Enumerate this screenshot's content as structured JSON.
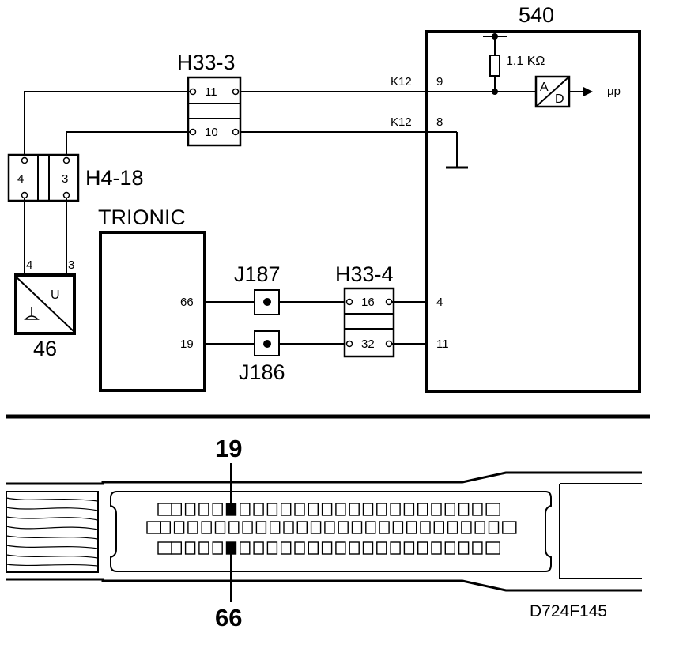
{
  "diagram": {
    "ecu_540": {
      "label": "540"
    },
    "resistor": {
      "label": "1.1 KΩ"
    },
    "ad_converter": {
      "a_label": "A",
      "d_label": "D",
      "output_label": "μp"
    },
    "wire_k12_top": {
      "label": "K12",
      "pin": "9"
    },
    "wire_k12_bottom": {
      "label": "K12",
      "pin": "8"
    },
    "connector_h33_3": {
      "label": "H33-3",
      "pin_a": "11",
      "pin_b": "10"
    },
    "connector_h4_18": {
      "label": "H4-18",
      "pin_a": "4",
      "pin_b": "3"
    },
    "sensor_46": {
      "label": "46",
      "pin_a": "4",
      "pin_b": "3",
      "symbol_label": "U"
    },
    "trionic": {
      "label": "TRIONIC",
      "pin_a": "66",
      "pin_b": "19"
    },
    "splice_j187": {
      "label": "J187"
    },
    "splice_j186": {
      "label": "J186"
    },
    "connector_h33_4": {
      "label": "H33-4",
      "pin_a": "16",
      "pin_b": "32"
    },
    "ecu_pin_a": "4",
    "ecu_pin_b": "11"
  },
  "connector_view": {
    "top_pin_label": "19",
    "bottom_pin_label": "66",
    "rows": [
      25,
      27,
      25
    ],
    "highlight_col": 5
  },
  "figure_code": "D724F145"
}
